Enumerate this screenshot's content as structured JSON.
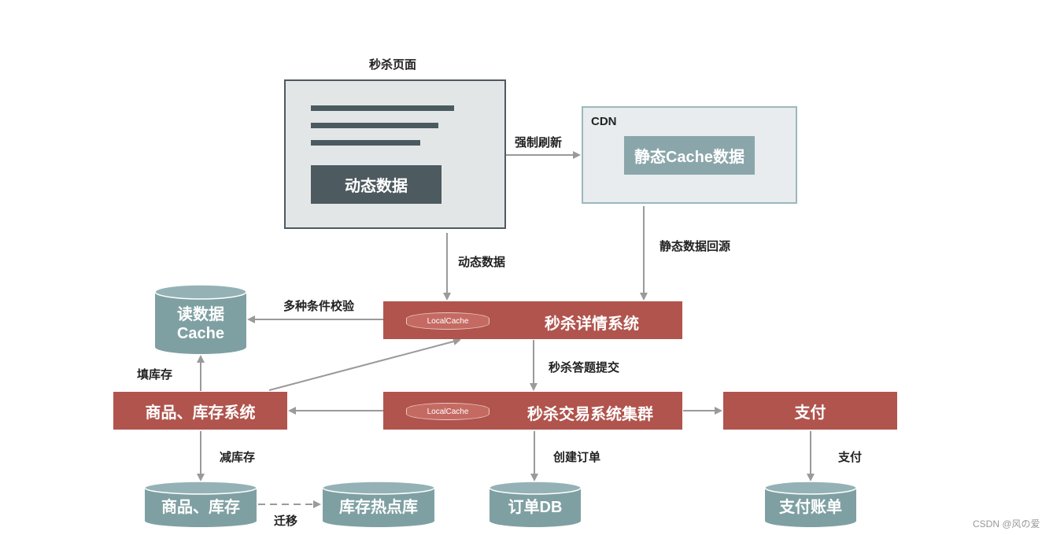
{
  "page": {
    "title": "秒杀页面",
    "dynamic_data_box": "动态数据",
    "line_colors": [
      "#4a5a61",
      "#4a5a61",
      "#4a5a61"
    ]
  },
  "cdn": {
    "label": "CDN",
    "inner": "静态Cache数据"
  },
  "edges": {
    "force_refresh": "强制刷新",
    "dynamic_data": "动态数据",
    "static_back_to_source": "静态数据回源",
    "multi_condition_check": "多种条件校验",
    "answer_submit": "秒杀答题提交",
    "fill_inventory": "填库存",
    "reduce_inventory": "减库存",
    "create_order": "创建订单",
    "pay": "支付",
    "migrate": "迁移"
  },
  "systems": {
    "detail": {
      "name": "秒杀详情系统",
      "local_cache": "LocalCache"
    },
    "trade": {
      "name": "秒杀交易系统集群",
      "local_cache": "LocalCache"
    },
    "goods": {
      "name": "商品、库存系统"
    },
    "payment": {
      "name": "支付"
    }
  },
  "stores": {
    "read_cache": {
      "line1": "读数据",
      "line2": "Cache"
    },
    "goods_inventory": {
      "name": "商品、库存"
    },
    "hot_inventory": {
      "name": "库存热点库"
    },
    "order_db": {
      "name": "订单DB"
    },
    "payment_bill": {
      "name": "支付账单"
    }
  },
  "watermark": "CSDN @风の爱",
  "colors": {
    "system_red": "#b0544d",
    "store_teal": "#7fa0a3",
    "page_bg": "#e3e6e7",
    "cdn_bg": "#e8ecee",
    "cdn_border": "#9bb8bc",
    "dark_block": "#4d5a60",
    "arrow": "#9a9a9a"
  }
}
